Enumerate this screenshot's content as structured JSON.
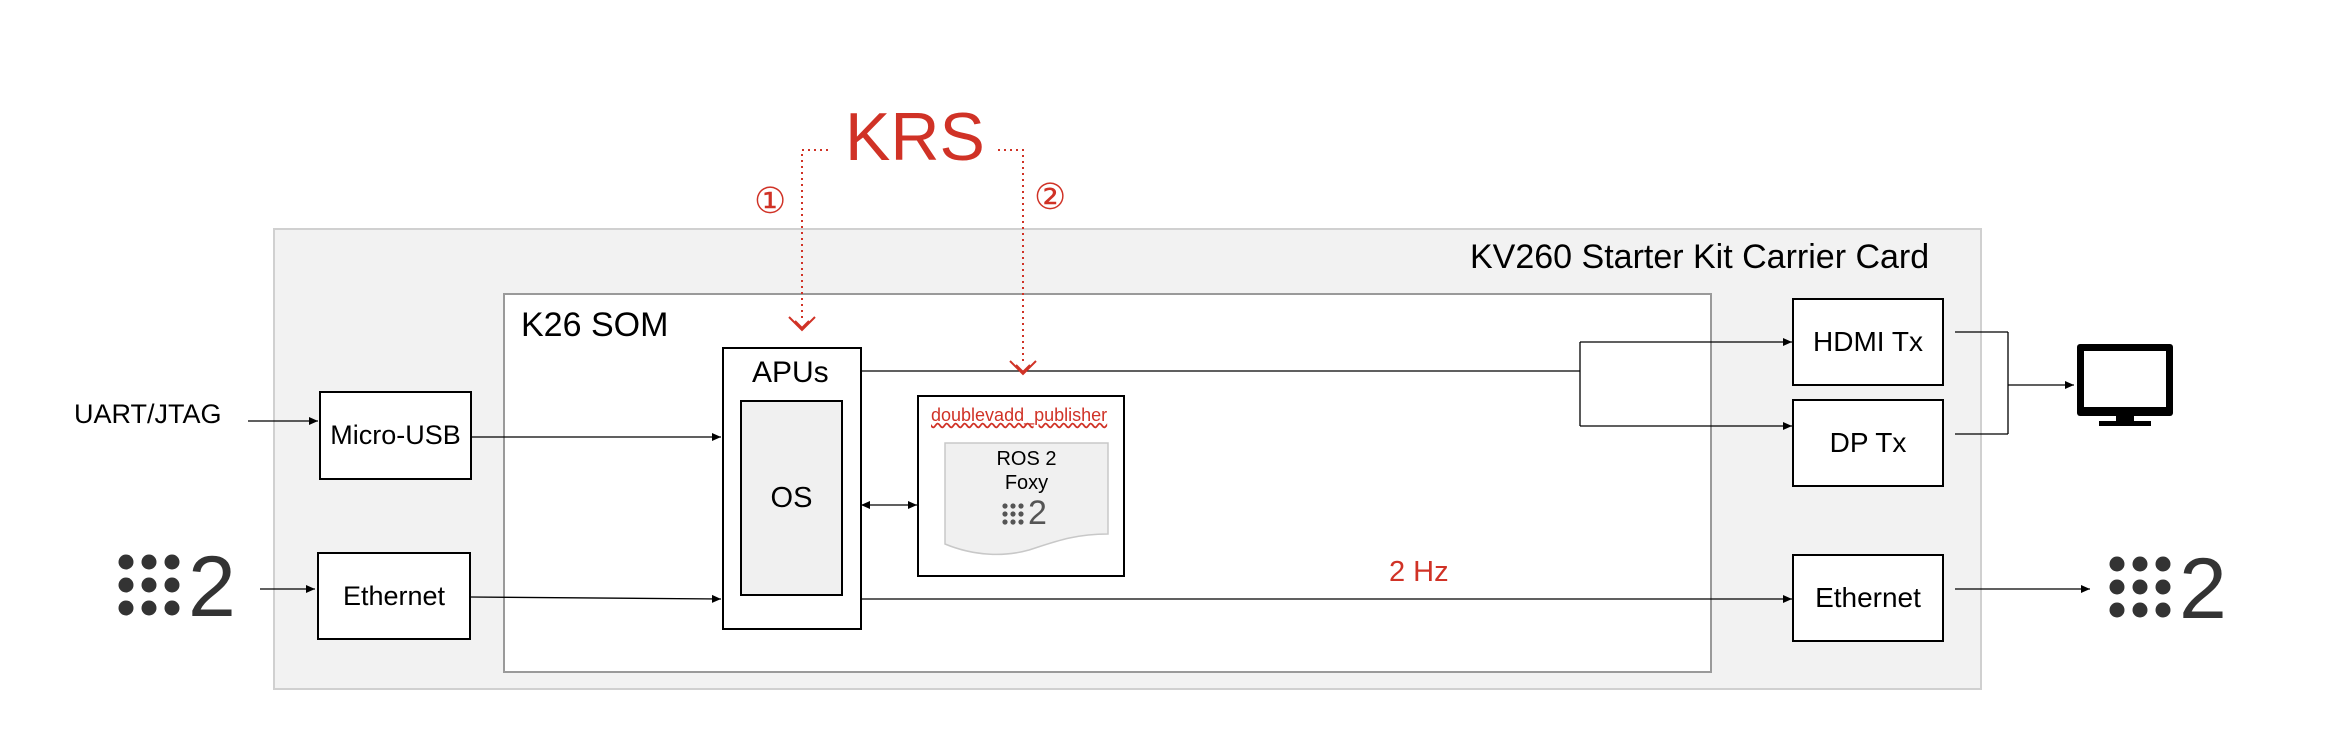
{
  "title": "KRS",
  "markers": [
    "①",
    "②"
  ],
  "carrier": {
    "label": "KV260 Starter Kit Carrier Card"
  },
  "som": {
    "label": "K26 SOM"
  },
  "inputs": {
    "uart_label": "UART/JTAG",
    "micro_usb": "Micro-USB",
    "ethernet_in": "Ethernet"
  },
  "compute": {
    "apus": "APUs",
    "os": "OS"
  },
  "node": {
    "name": "doublevadd_publisher",
    "ros_line1": "ROS 2",
    "ros_line2": "Foxy",
    "ros_logo_digit": "2"
  },
  "outputs": {
    "hdmi": "HDMI Tx",
    "dp": "DP Tx",
    "ethernet_out": "Ethernet"
  },
  "rate_label": "2 Hz",
  "ros_logo_digit": "2",
  "colors": {
    "accent_red": "#d03226",
    "carrier_fill": "#f2f2f2",
    "inner_fill": "#f0f0f0"
  },
  "icons": [
    "ros2-logo-icon",
    "monitor-icon"
  ]
}
